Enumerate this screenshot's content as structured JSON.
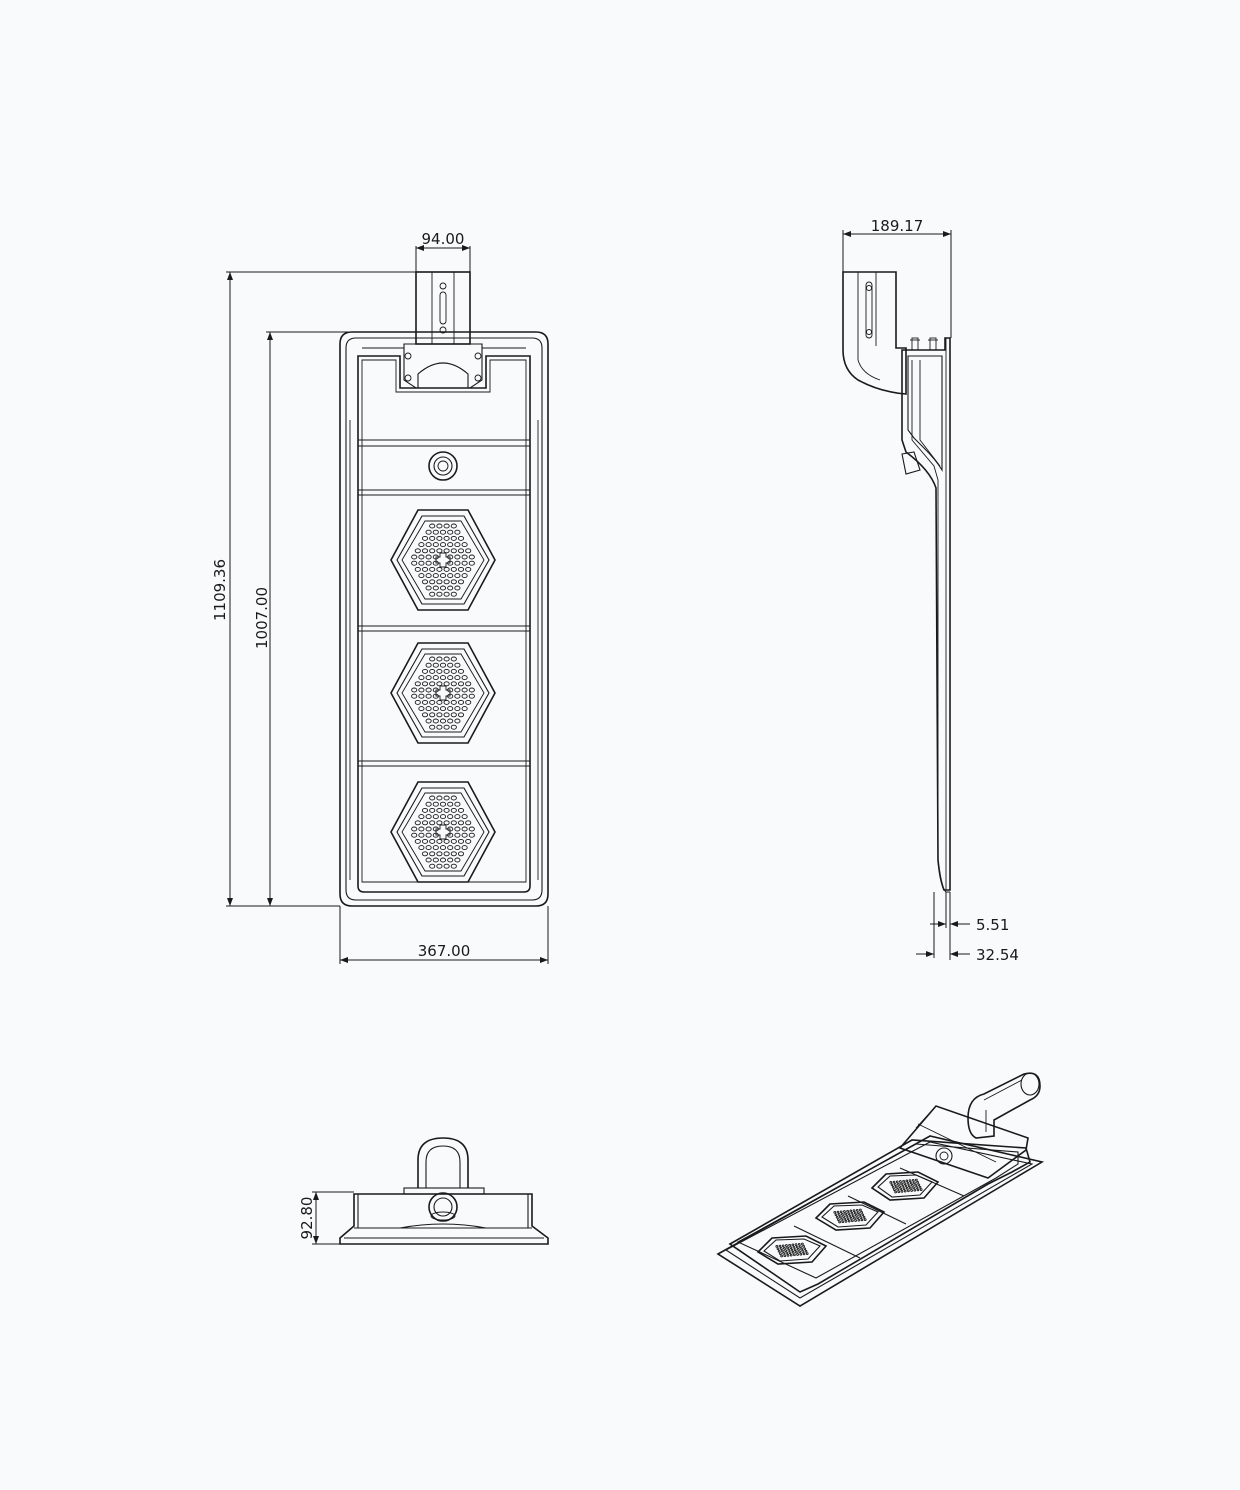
{
  "drawing": {
    "front_view": {
      "dim_bracket_width": "94.00",
      "dim_total_height": "1109.36",
      "dim_body_height": "1007.00",
      "dim_body_width": "367.00",
      "led_modules": 3
    },
    "side_view": {
      "dim_depth": "189.17",
      "dim_panel_thickness": "5.51",
      "dim_body_thickness": "32.54"
    },
    "end_view": {
      "dim_height": "92.80"
    },
    "iso_view": {
      "led_modules": 3
    }
  }
}
